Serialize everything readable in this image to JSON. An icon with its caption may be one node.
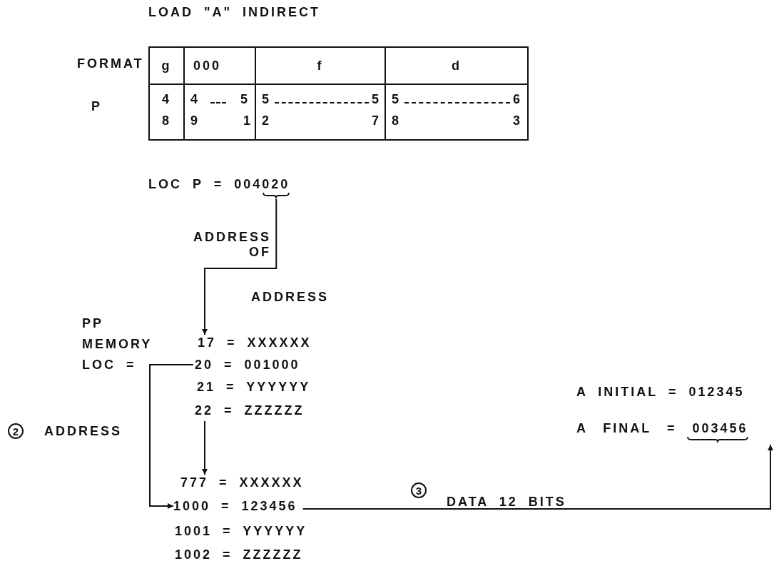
{
  "diagram": {
    "title": "LOAD \"A\" INDIRECT",
    "nodes": [
      {
        "text": [
          "LOC P = 004020"
        ]
      },
      {
        "text": [
          "17 = XXXXXX"
        ]
      },
      {
        "text": [
          "20 = 001000"
        ]
      },
      {
        "text": [
          "22 = ZZZZZZ"
        ]
      },
      {
        "text": [
          "777 = XXXXXX"
        ]
      },
      {
        "text": [
          "1000 = 123456"
        ]
      },
      {
        "text": [
          "A FINAL = 003456"
        ]
      }
    ],
    "edges": [
      {
        "from": 0,
        "to": 1,
        "arrow": "to"
      },
      {
        "from": 2,
        "to": 5,
        "arrow": "to"
      },
      {
        "from": 3,
        "to": 4,
        "arrow": "to"
      },
      {
        "from": 5,
        "to": 6,
        "arrow": "to"
      }
    ],
    "labels": [
      "FORMAT",
      "g",
      "000",
      "f",
      "d",
      "P",
      "4",
      "4",
      "5",
      "5",
      "5",
      "5",
      "6",
      "8",
      "9",
      "1",
      "2",
      "7",
      "8",
      "3",
      "ADDRESS OF",
      "ADDRESS",
      "PP MEMORY LOC =",
      "21 = YYYYYY",
      "2",
      "ADDRESS",
      "A INITIAL = 012345",
      "3",
      "DATA 12 BITS",
      "1001 = YYYYYY",
      "1002 = ZZZZZZ"
    ]
  }
}
